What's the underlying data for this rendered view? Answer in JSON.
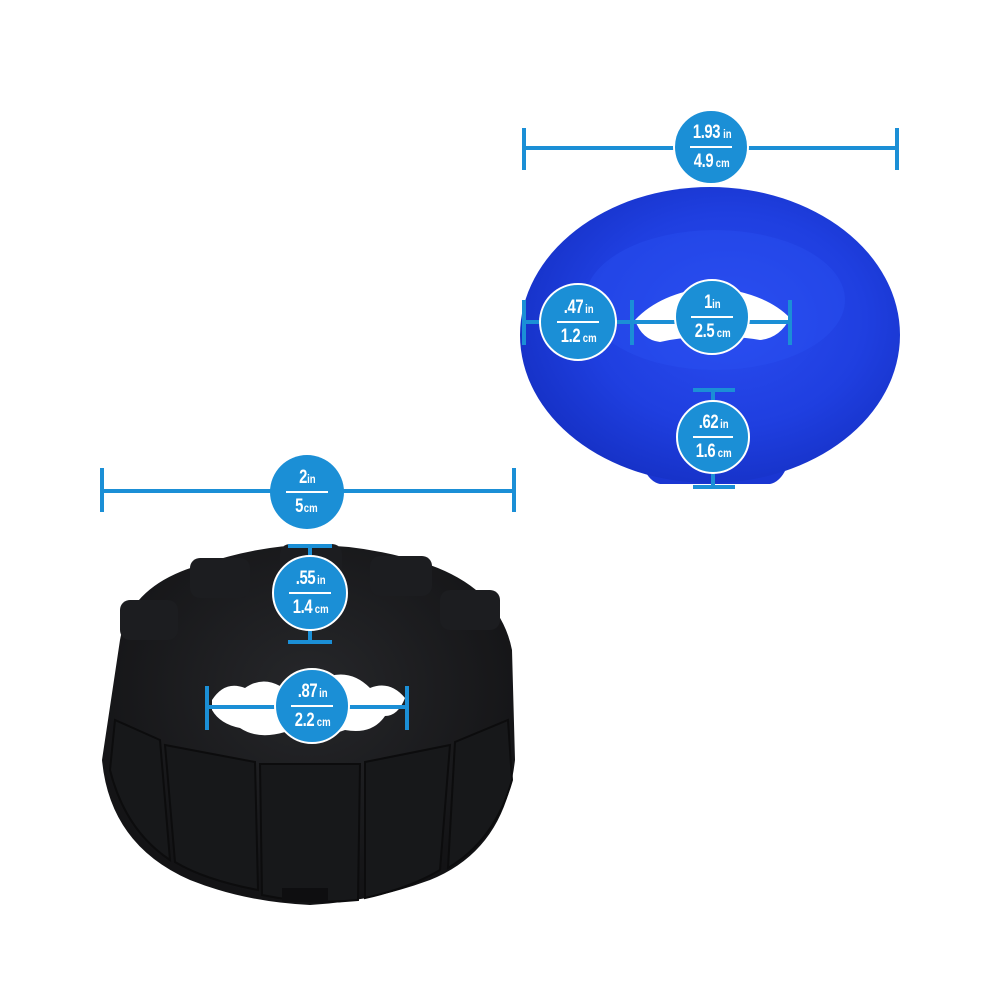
{
  "colors": {
    "background": "#ffffff",
    "measure_line": "#1b8fd6",
    "badge_fill": "#1b8fd6",
    "badge_text": "#ffffff",
    "blue_ring": "#1f3fe0",
    "black_ring": "#1a1a1c"
  },
  "products": [
    {
      "name": "blue-ring",
      "color": "blue",
      "measurements": {
        "outer_width": {
          "inches": "1.93",
          "inch_unit": "in",
          "cm": "4.9",
          "cm_unit": "cm"
        },
        "wall_thickness": {
          "inches": ".47",
          "inch_unit": "in",
          "cm": "1.2",
          "cm_unit": "cm"
        },
        "inner_diameter": {
          "inches": "1",
          "inch_unit": "in",
          "cm": "2.5",
          "cm_unit": "cm"
        },
        "base_height": {
          "inches": ".62",
          "inch_unit": "in",
          "cm": "1.6",
          "cm_unit": "cm"
        }
      }
    },
    {
      "name": "black-ring",
      "color": "black",
      "measurements": {
        "outer_width": {
          "inches": "2",
          "inch_unit": "in",
          "cm": "5",
          "cm_unit": "cm"
        },
        "wall_thickness": {
          "inches": ".55",
          "inch_unit": "in",
          "cm": "1.4",
          "cm_unit": "cm"
        },
        "inner_diameter": {
          "inches": ".87",
          "inch_unit": "in",
          "cm": "2.2",
          "cm_unit": "cm"
        }
      }
    }
  ]
}
